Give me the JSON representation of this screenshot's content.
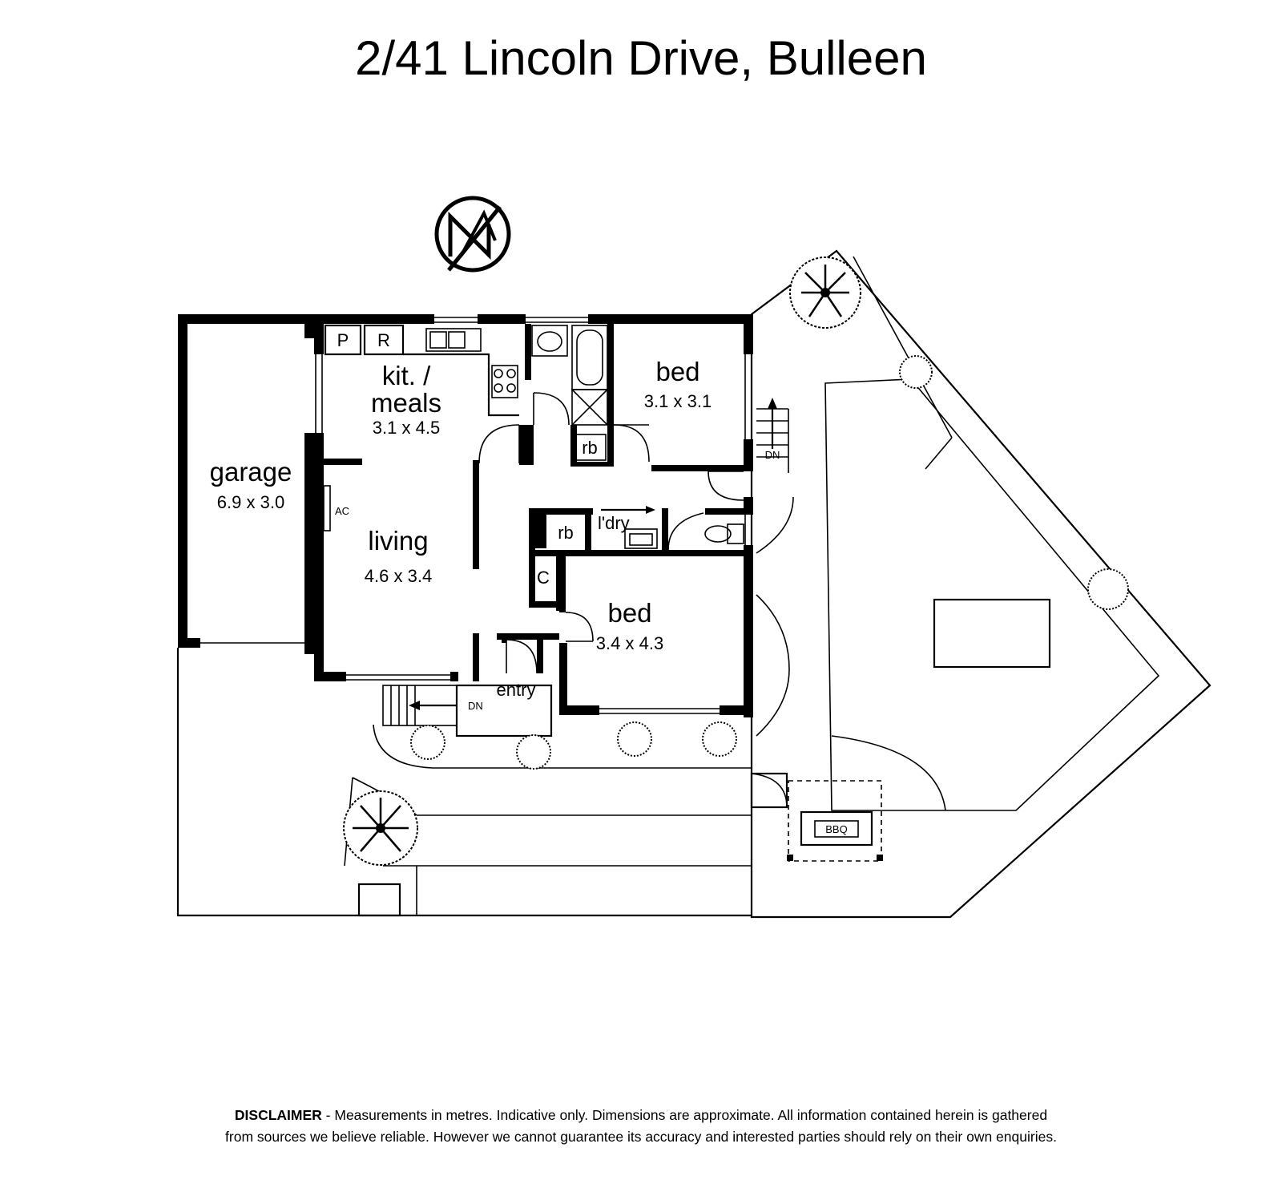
{
  "title": "2/41 Lincoln Drive, Bulleen",
  "rooms": {
    "garage": {
      "name": "garage",
      "dims": "6.9 x 3.0"
    },
    "kitchen": {
      "name_line1": "kit. /",
      "name_line2": "meals",
      "dims": "3.1 x 4.5"
    },
    "living": {
      "name": "living",
      "dims": "4.6 x 3.4"
    },
    "bed1": {
      "name": "bed",
      "dims": "3.1 x 3.1"
    },
    "bed2": {
      "name": "bed",
      "dims": "3.4 x 4.3"
    },
    "entry": {
      "name": "entry"
    },
    "laundry": {
      "name": "l'dry"
    }
  },
  "fixtures": {
    "pantry": "P",
    "fridge": "R",
    "robe1": "rb",
    "robe2": "rb",
    "cupboard": "C",
    "aircon": "AC",
    "bbq": "BBQ",
    "stairs_down_1": "DN",
    "stairs_down_2": "DN"
  },
  "compass": {
    "label": "N",
    "icon": "north-arrow-icon"
  },
  "disclaimer": {
    "lead": "DISCLAIMER",
    "line1": " - Measurements in metres. Indicative only. Dimensions are approximate. All information contained herein is gathered",
    "line2": "from sources we believe reliable. However we cannot guarantee its accuracy and interested parties should rely on their own enquiries."
  }
}
